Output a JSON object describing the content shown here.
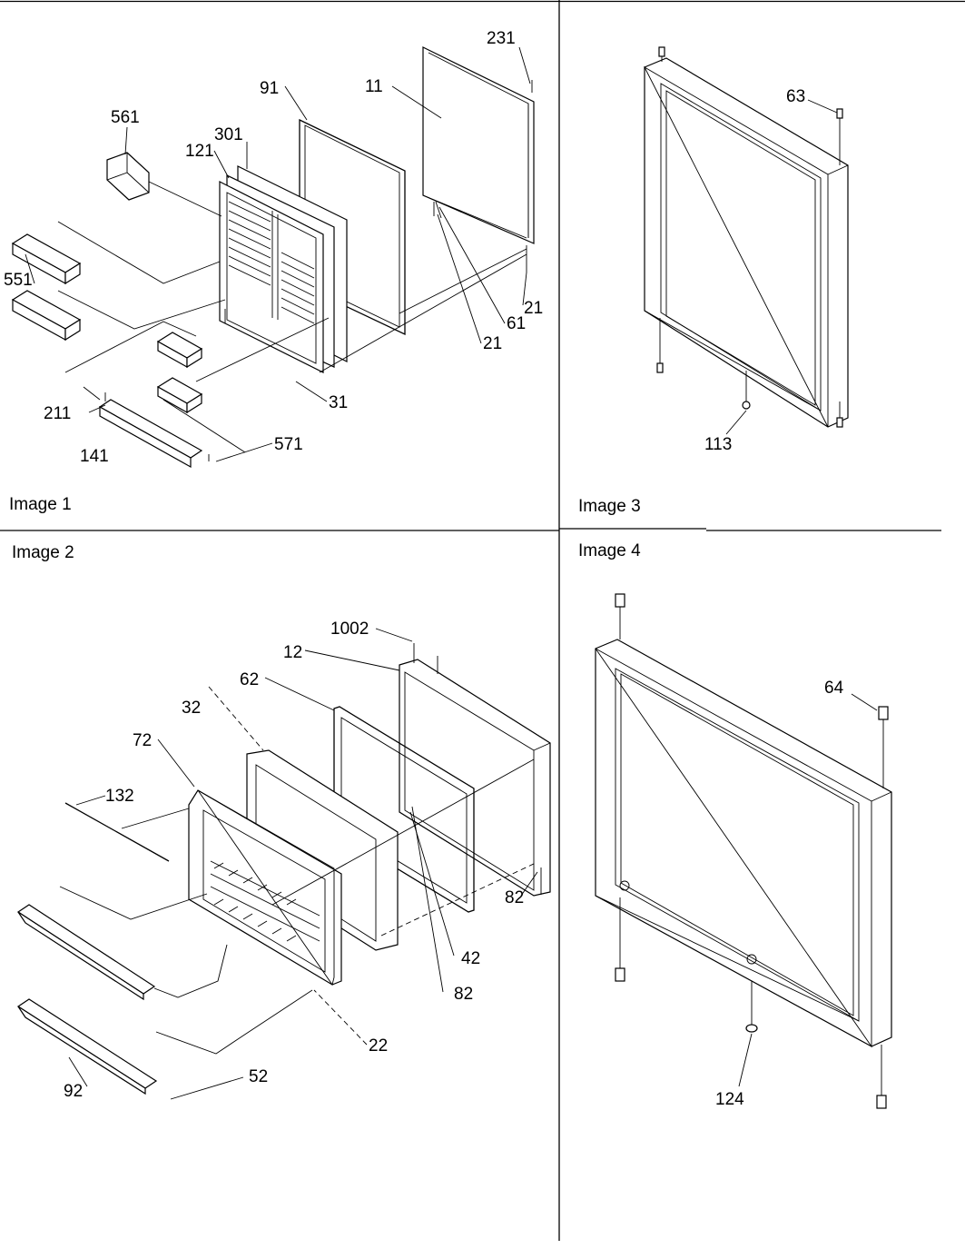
{
  "panels": {
    "image1": {
      "caption": "Image 1"
    },
    "image2": {
      "caption": "Image 2"
    },
    "image3": {
      "caption": "Image 3"
    },
    "image4": {
      "caption": "Image 4"
    }
  },
  "callouts": {
    "image1": [
      "231",
      "91",
      "11",
      "561",
      "301",
      "121",
      "551",
      "61",
      "21",
      "21",
      "31",
      "211",
      "141",
      "571"
    ],
    "image2": [
      "1002",
      "12",
      "62",
      "32",
      "72",
      "132",
      "82",
      "42",
      "82",
      "22",
      "52",
      "92"
    ],
    "image3": [
      "63",
      "113"
    ],
    "image4": [
      "64",
      "124"
    ]
  }
}
